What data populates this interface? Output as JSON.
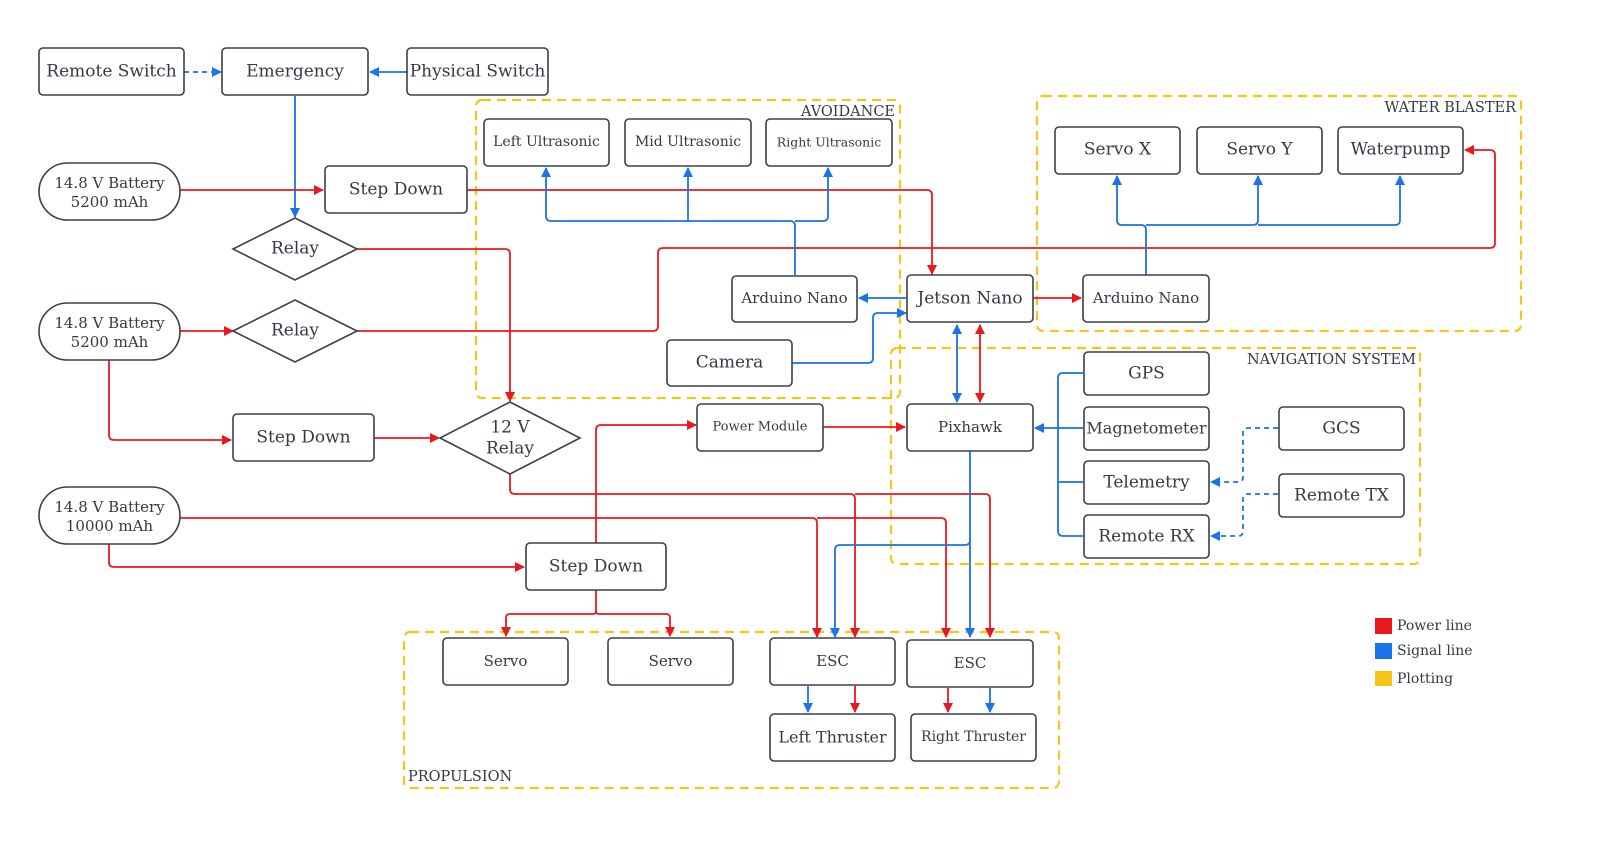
{
  "legend": [
    {
      "key": "power",
      "label": "Power line",
      "color": "#e8191e"
    },
    {
      "key": "signal",
      "label": "Signal line",
      "color": "#1a73e8"
    },
    {
      "key": "plotting",
      "label": "Plotting",
      "color": "#f5c518"
    }
  ],
  "groups": {
    "avoidance": "AVOIDANCE",
    "water_blaster": "WATER BLASTER",
    "navigation": "NAVIGATION SYSTEM",
    "propulsion": "PROPULSION"
  },
  "nodes": {
    "remote_switch": "Remote Switch",
    "emergency": "Emergency",
    "physical_switch": "Physical Switch",
    "battery1_l1": "14.8 V Battery",
    "battery1_l2": "5200 mAh",
    "battery2_l1": "14.8 V Battery",
    "battery2_l2": "5200 mAh",
    "battery3_l1": "14.8 V Battery",
    "battery3_l2": "10000 mAh",
    "step_down_1": "Step Down",
    "step_down_2": "Step Down",
    "step_down_3": "Step Down",
    "relay_1": "Relay",
    "relay_2": "Relay",
    "relay_12v_l1": "12 V",
    "relay_12v_l2": "Relay",
    "left_ultrasonic": "Left Ultrasonic",
    "mid_ultrasonic": "Mid Ultrasonic",
    "right_ultrasonic": "Right Ultrasonic",
    "arduino_nano_avoid": "Arduino Nano",
    "camera": "Camera",
    "jetson_nano": "Jetson Nano",
    "arduino_nano_water": "Arduino Nano",
    "servo_x": "Servo X",
    "servo_y": "Servo Y",
    "waterpump": "Waterpump",
    "power_module": "Power Module",
    "pixhawk": "Pixhawk",
    "gps": "GPS",
    "magnetometer": "Magnetometer",
    "telemetry": "Telemetry",
    "remote_rx": "Remote RX",
    "gcs": "GCS",
    "remote_tx": "Remote TX",
    "servo_1": "Servo",
    "servo_2": "Servo",
    "esc_left": "ESC",
    "esc_right": "ESC",
    "left_thruster": "Left Thruster",
    "right_thruster": "Right Thruster"
  },
  "edges": [
    {
      "from": "Remote Switch",
      "to": "Emergency",
      "type": "signal",
      "style": "dashed"
    },
    {
      "from": "Physical Switch",
      "to": "Emergency",
      "type": "signal"
    },
    {
      "from": "Emergency",
      "to": "Relay",
      "type": "signal"
    },
    {
      "from": "14.8 V Battery 5200 mAh",
      "to": "Step Down",
      "type": "power"
    },
    {
      "from": "Step Down",
      "to": "Jetson Nano",
      "type": "power"
    },
    {
      "from": "Relay",
      "to": "12 V Relay",
      "type": "power"
    },
    {
      "from": "14.8 V Battery 5200 mAh (2)",
      "to": "Relay (2)",
      "type": "power"
    },
    {
      "from": "Relay (2)",
      "to": "Waterpump",
      "type": "power"
    },
    {
      "from": "14.8 V Battery 5200 mAh (2)",
      "to": "Step Down (2)",
      "type": "power"
    },
    {
      "from": "Step Down (2)",
      "to": "12 V Relay",
      "type": "power"
    },
    {
      "from": "12 V Relay",
      "to": "ESC (left)",
      "type": "power"
    },
    {
      "from": "12 V Relay",
      "to": "ESC (right)",
      "type": "power"
    },
    {
      "from": "14.8 V Battery 10000 mAh",
      "to": "ESC (left)",
      "type": "power"
    },
    {
      "from": "14.8 V Battery 10000 mAh",
      "to": "ESC (right)",
      "type": "power"
    },
    {
      "from": "14.8 V Battery 10000 mAh",
      "to": "Step Down (3)",
      "type": "power"
    },
    {
      "from": "Step Down (3)",
      "to": "Power Module",
      "type": "power"
    },
    {
      "from": "Step Down (3)",
      "to": "Servo",
      "type": "power"
    },
    {
      "from": "Step Down (3)",
      "to": "Servo (2)",
      "type": "power"
    },
    {
      "from": "Power Module",
      "to": "Pixhawk",
      "type": "power"
    },
    {
      "from": "Arduino Nano",
      "to": "Left Ultrasonic",
      "type": "signal"
    },
    {
      "from": "Arduino Nano",
      "to": "Mid Ultrasonic",
      "type": "signal"
    },
    {
      "from": "Arduino Nano",
      "to": "Right Ultrasonic",
      "type": "signal"
    },
    {
      "from": "Jetson Nano",
      "to": "Arduino Nano",
      "type": "signal"
    },
    {
      "from": "Camera",
      "to": "Jetson Nano",
      "type": "signal"
    },
    {
      "from": "Jetson Nano",
      "to": "Arduino Nano (2)",
      "type": "power"
    },
    {
      "from": "Arduino Nano (2)",
      "to": "Servo X",
      "type": "signal"
    },
    {
      "from": "Arduino Nano (2)",
      "to": "Servo Y",
      "type": "signal"
    },
    {
      "from": "Arduino Nano (2)",
      "to": "Waterpump",
      "type": "signal"
    },
    {
      "from": "Jetson Nano",
      "to": "Pixhawk",
      "type": "signal",
      "bidirectional": true
    },
    {
      "from": "Jetson Nano",
      "to": "Pixhawk",
      "type": "power",
      "bidirectional": true
    },
    {
      "from": "GPS",
      "to": "Pixhawk",
      "type": "signal"
    },
    {
      "from": "Magnetometer",
      "to": "Pixhawk",
      "type": "signal"
    },
    {
      "from": "Telemetry",
      "to": "Pixhawk",
      "type": "signal"
    },
    {
      "from": "Remote RX",
      "to": "Pixhawk",
      "type": "signal"
    },
    {
      "from": "GCS",
      "to": "Telemetry",
      "type": "signal",
      "style": "dashed"
    },
    {
      "from": "Remote TX",
      "to": "Remote RX",
      "type": "signal",
      "style": "dashed"
    },
    {
      "from": "Pixhawk",
      "to": "ESC (left)",
      "type": "signal"
    },
    {
      "from": "Pixhawk",
      "to": "ESC (right)",
      "type": "signal"
    },
    {
      "from": "ESC (left)",
      "to": "Left Thruster",
      "type": "signal"
    },
    {
      "from": "ESC (left)",
      "to": "Left Thruster",
      "type": "power"
    },
    {
      "from": "ESC (right)",
      "to": "Right Thruster",
      "type": "power"
    },
    {
      "from": "ESC (right)",
      "to": "Right Thruster",
      "type": "signal"
    }
  ]
}
